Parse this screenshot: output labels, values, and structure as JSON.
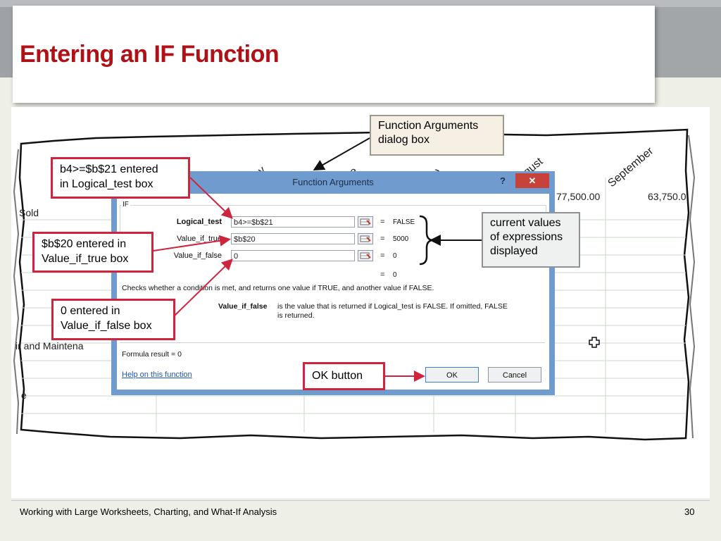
{
  "slide": {
    "title": "Entering an IF Function",
    "footer": "Working with Large Worksheets, Charting, and What-If Analysis",
    "page_number": "30"
  },
  "sheet": {
    "row_labels": [
      "Sold",
      "ir and Maintena",
      "e"
    ],
    "col_headers": [
      "y",
      "e",
      ")",
      "gust",
      "September"
    ],
    "values": [
      "77,500.00",
      "63,750.0"
    ]
  },
  "dialog": {
    "title": "Function Arguments",
    "help": "?",
    "close": "✕",
    "group": "IF",
    "args": [
      {
        "label": "Logical_test",
        "value": "b4>=$b$21",
        "result": "FALSE"
      },
      {
        "label": "Value_if_true",
        "value": "$b$20",
        "result": "5000"
      },
      {
        "label": "Value_if_false",
        "value": "0",
        "result": "0"
      }
    ],
    "overall_equals": "=",
    "overall_result": "0",
    "description": "Checks whether a condition is met, and returns one value if TRUE, and another value if FALSE.",
    "param_name": "Value_if_false",
    "param_desc_line1": "is the value that is returned if Logical_test is FALSE. If omitted, FALSE",
    "param_desc_line2": "is returned.",
    "formula_result": "Formula result =   0",
    "help_link": "Help on this function",
    "ok": "OK",
    "cancel": "Cancel"
  },
  "callouts": {
    "function_args_line1": "Function Arguments",
    "function_args_line2": "dialog box",
    "logical_line1": "b4>=$b$21 entered",
    "logical_line2": "in Logical_test box",
    "true_line1": "$b$20 entered in",
    "true_line2": "Value_if_true box",
    "false_line1": "0 entered in",
    "false_line2": "Value_if_false box",
    "ok_button": "OK button",
    "current_line1": "current values",
    "current_line2": "of expressions",
    "current_line3": "displayed"
  },
  "colors": {
    "title_red": "#b01116",
    "callout_red": "#d0233d",
    "dialog_blue": "#6f9bcf"
  }
}
